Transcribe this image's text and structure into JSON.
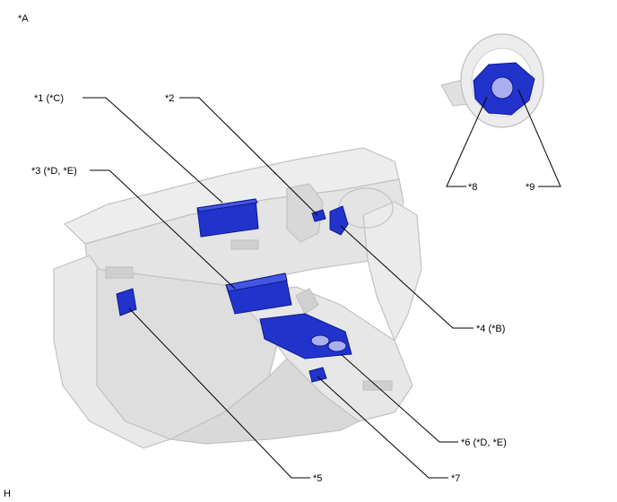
{
  "figure": {
    "corner_label": "*A",
    "footer_code": "H"
  },
  "callouts": [
    {
      "id": "1",
      "text": "*1 (*C)"
    },
    {
      "id": "2",
      "text": "*2"
    },
    {
      "id": "3",
      "text": "*3 (*D, *E)"
    },
    {
      "id": "4",
      "text": "*4 (*B)"
    },
    {
      "id": "5",
      "text": "*5"
    },
    {
      "id": "6",
      "text": "*6 (*D, *E)"
    },
    {
      "id": "7",
      "text": "*7"
    },
    {
      "id": "8",
      "text": "*8"
    },
    {
      "id": "9",
      "text": "*9"
    }
  ],
  "colors": {
    "interior": "#e6e6e6",
    "interior_edge": "#bdbdbd",
    "highlight": "#2233cc",
    "highlight_light": "#4455e0"
  }
}
